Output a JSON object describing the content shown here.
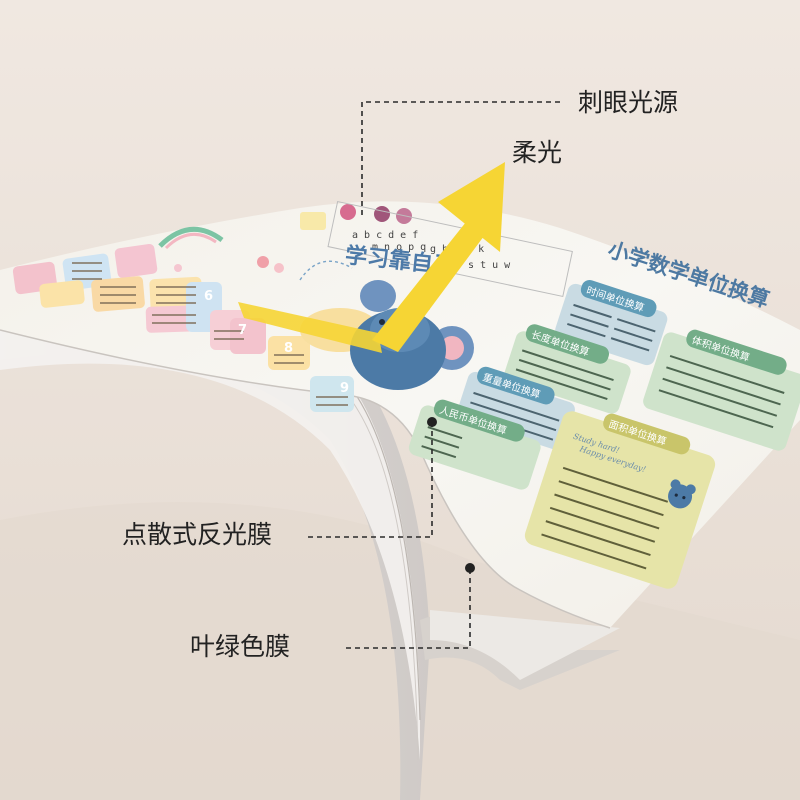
{
  "callouts": {
    "glare": "刺眼光源",
    "soft": "柔光",
    "diffuse": "点散式反光膜",
    "green": "叶绿色膜"
  },
  "poster": {
    "title_left": "学习靠自己",
    "title_right": "小学数学单位换算",
    "numbers": [
      "6",
      "7",
      "8",
      "9"
    ],
    "boxes": {
      "time": "时间单位换算",
      "length": "长度单位换算",
      "weight": "重量单位换算",
      "money": "人民币单位换算",
      "volume": "体积单位换算",
      "area": "面积单位换算"
    },
    "area_script": [
      "Study hard!",
      "Happy everyday!"
    ]
  },
  "colors": {
    "background": "#ece3da",
    "arrow": "#f6d534",
    "poster": "#f7f5f0",
    "box_blue": "#c9dbe3",
    "box_green": "#cfe3cb",
    "box_yellow": "#e6e4a8",
    "mouse": "#4c7aa6"
  }
}
